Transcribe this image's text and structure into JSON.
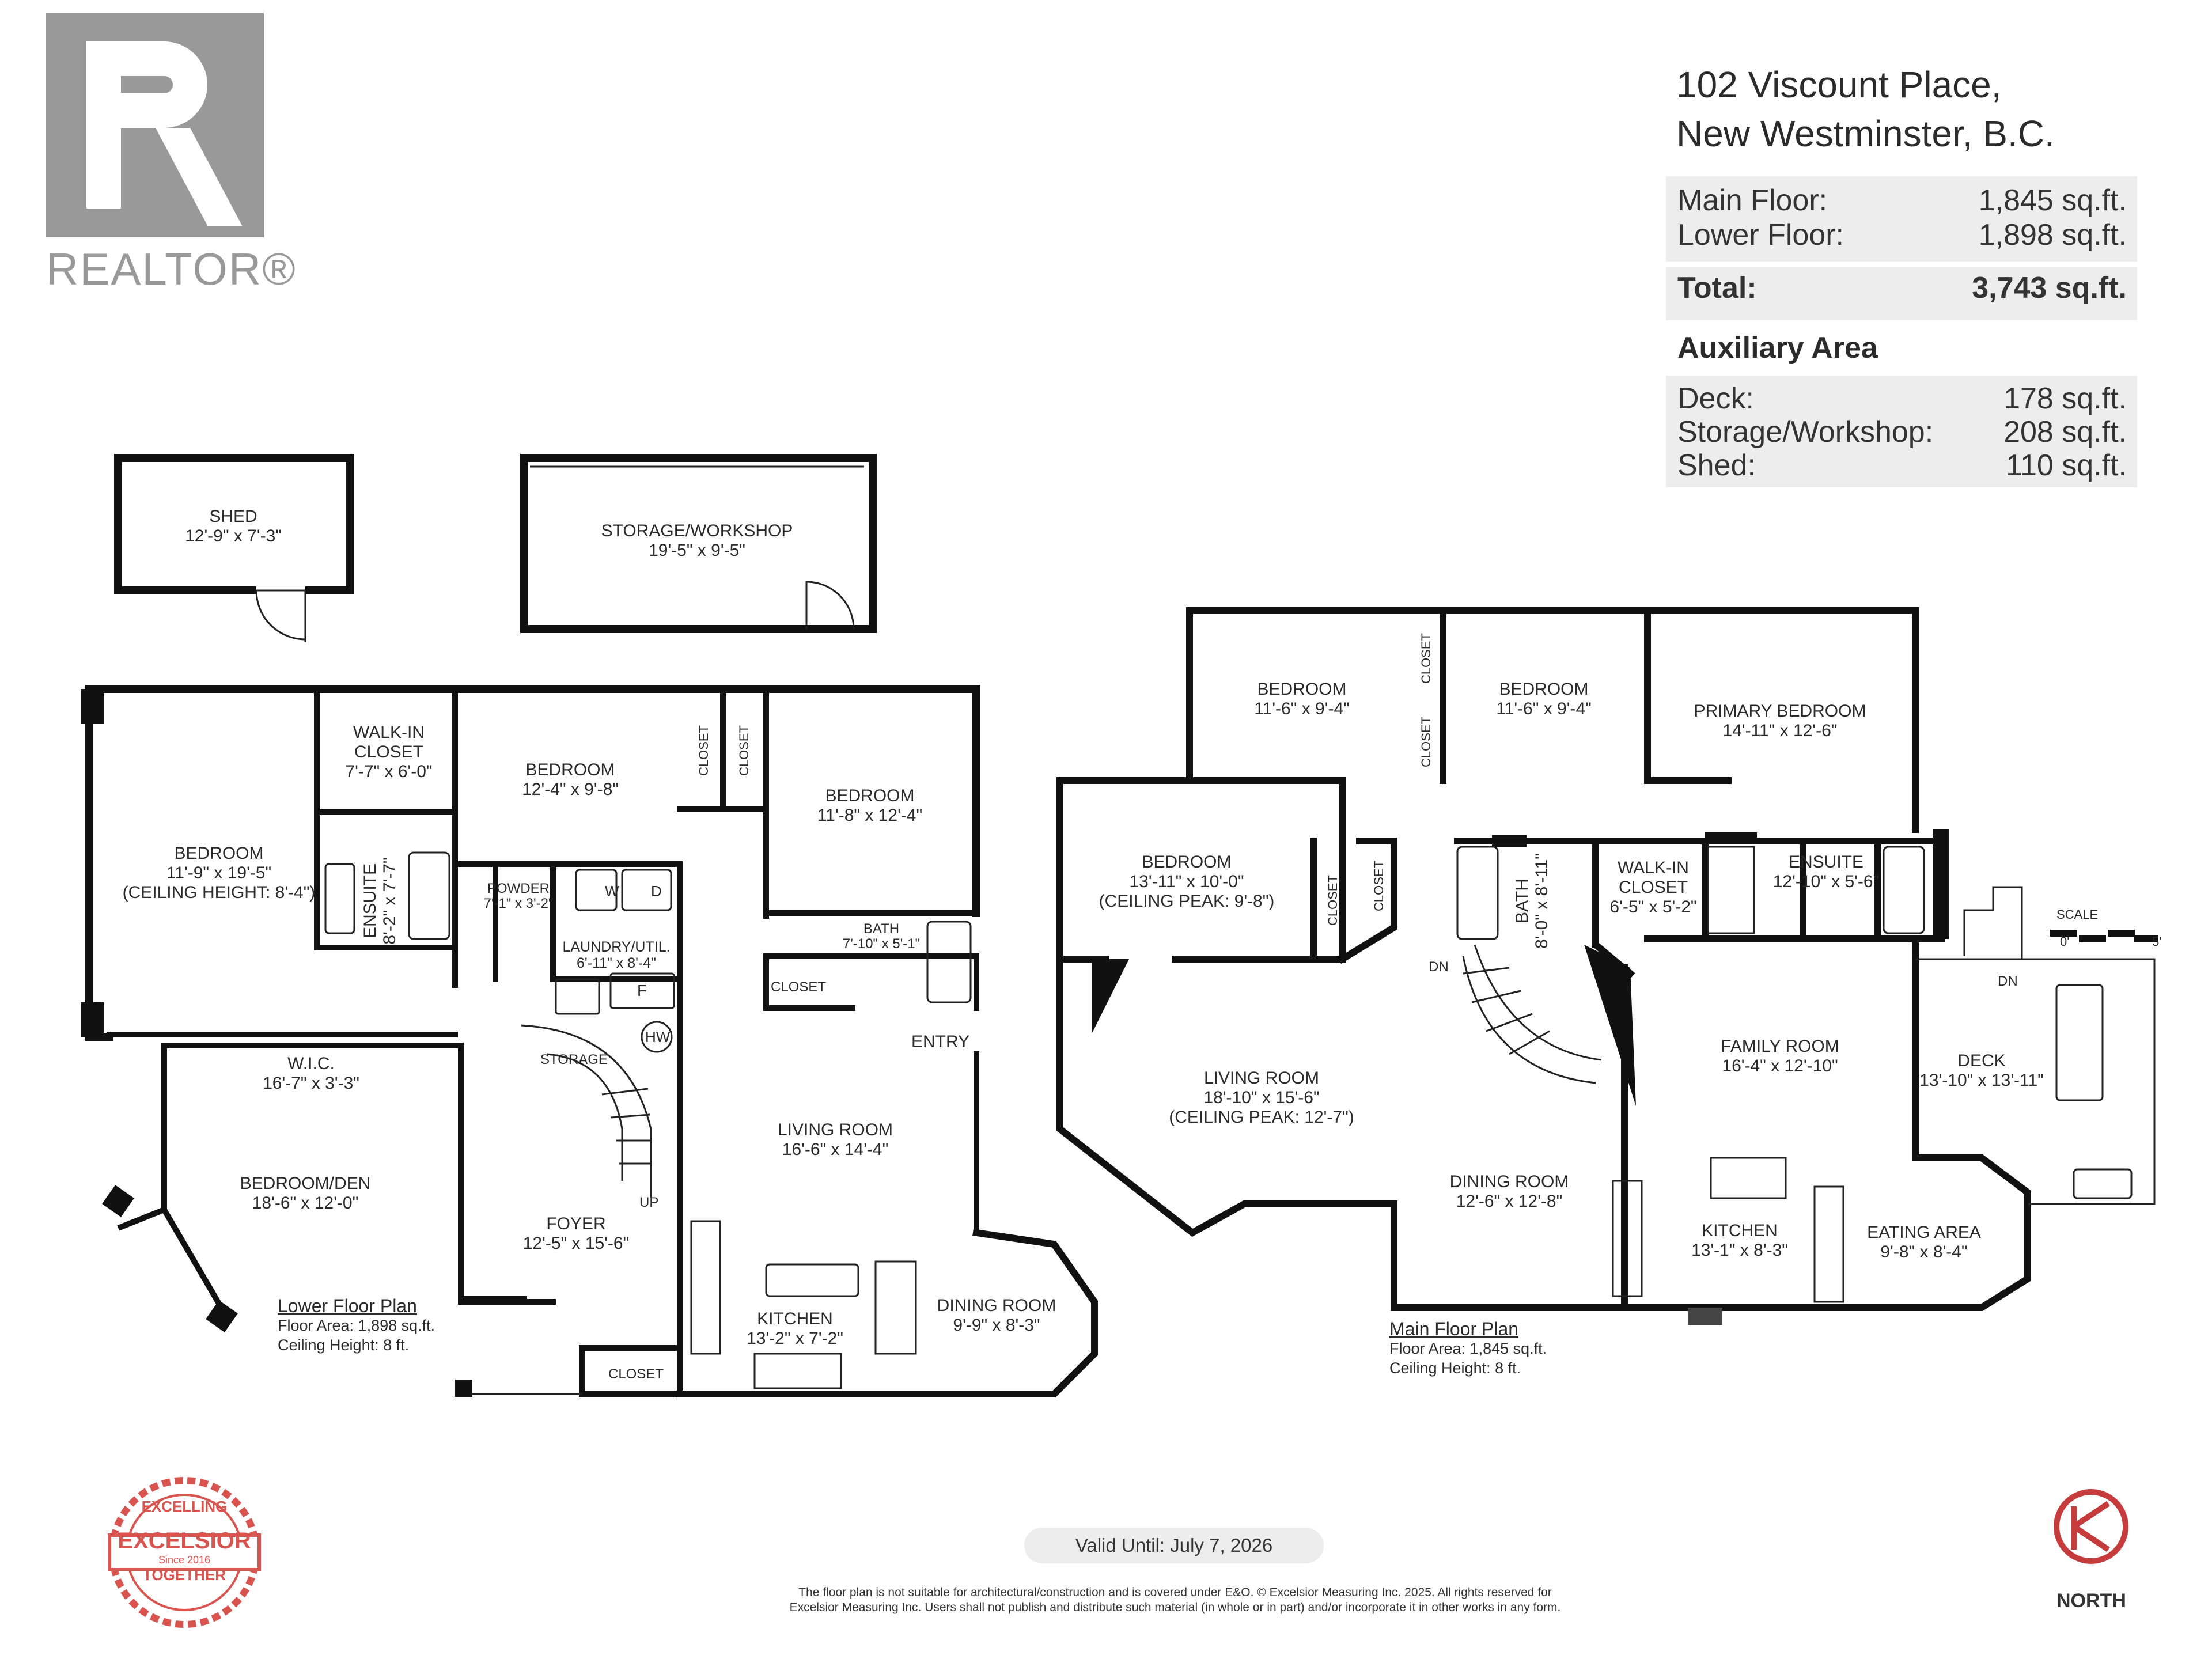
{
  "brand": {
    "realtor_text": "REALTOR®"
  },
  "address": {
    "line1": "102 Viscount Place,",
    "line2": "New Westminster, B.C."
  },
  "areas": {
    "main_label": "Main Floor:",
    "main_value": "1,845 sq.ft.",
    "lower_label": "Lower Floor:",
    "lower_value": "1,898 sq.ft.",
    "total_label": "Total:",
    "total_value": "3,743 sq.ft.",
    "aux_title": "Auxiliary Area",
    "deck_label": "Deck:",
    "deck_value": "178 sq.ft.",
    "storage_label": "Storage/Workshop:",
    "storage_value": "208 sq.ft.",
    "shed_label": "Shed:",
    "shed_value": "110 sq.ft."
  },
  "rooms": {
    "shed": [
      "SHED",
      "12'-9\" x 7'-3\""
    ],
    "storage_workshop": [
      "STORAGE/WORKSHOP",
      "19'-5\" x 9'-5\""
    ],
    "lower_bedroom_big": [
      "BEDROOM",
      "11'-9\" x 19'-5\"",
      "(CEILING HEIGHT: 8'-4\")"
    ],
    "walk_in_closet_lower": [
      "WALK-IN",
      "CLOSET",
      "7'-7\" x 6'-0\""
    ],
    "lower_bedroom_2": [
      "BEDROOM",
      "12'-4\" x 9'-8\""
    ],
    "lower_bedroom_3": [
      "BEDROOM",
      "11'-8\" x 12'-4\""
    ],
    "ensuite_lower": [
      "ENSUITE",
      "8'-2\" x 7'-7\""
    ],
    "powder": [
      "POWDER",
      "7'-1\" x 3'-2\""
    ],
    "laundry": [
      "LAUNDRY/UTIL.",
      "6'-11\" x 8'-4\""
    ],
    "bath_lower": [
      "BATH",
      "7'-10\" x 5'-1\""
    ],
    "wic": [
      "W.I.C.",
      "16'-7\" x 3'-3\""
    ],
    "bedroom_den": [
      "BEDROOM/DEN",
      "18'-6\" x 12'-0\""
    ],
    "storage_small": "STORAGE",
    "foyer": [
      "FOYER",
      "12'-5\" x 15'-6\""
    ],
    "living_lower": [
      "LIVING ROOM",
      "16'-6\" x 14'-4\""
    ],
    "kitchen_lower": [
      "KITCHEN",
      "13'-2\" x 7'-2\""
    ],
    "dining_lower": [
      "DINING ROOM",
      "9'-9\" x 8'-3\""
    ],
    "entry": "ENTRY",
    "closet": "CLOSET",
    "hw": "HW",
    "up": "UP",
    "dn": "DN",
    "w": "W",
    "d": "D",
    "f": "F",
    "main_bed_1": [
      "BEDROOM",
      "11'-6\" x 9'-4\""
    ],
    "main_bed_2": [
      "BEDROOM",
      "11'-6\" x 9'-4\""
    ],
    "primary": [
      "PRIMARY BEDROOM",
      "14'-11\" x 12'-6\""
    ],
    "main_bed_3": [
      "BEDROOM",
      "13'-11\" x 10'-0\"",
      "(CEILING PEAK: 9'-8\")"
    ],
    "bath_main": [
      "BATH",
      "8'-0\" x 8'-11\""
    ],
    "walk_in_main": [
      "WALK-IN",
      "CLOSET",
      "6'-5\" x 5'-2\""
    ],
    "ensuite_main": [
      "ENSUITE",
      "12'-10\" x 5'-6\""
    ],
    "living_main": [
      "LIVING ROOM",
      "18'-10\" x 15'-6\"",
      "(CEILING PEAK: 12'-7\")"
    ],
    "dining_main": [
      "DINING ROOM",
      "12'-6\" x 12'-8\""
    ],
    "family": [
      "FAMILY ROOM",
      "16'-4\" x 12'-10\""
    ],
    "kitchen_main": [
      "KITCHEN",
      "13'-1\" x 8'-3\""
    ],
    "eating": [
      "EATING AREA",
      "9'-8\" x 8'-4\""
    ],
    "deck": [
      "DECK",
      "13'-10\" x 13'-11\""
    ],
    "scale": "SCALE",
    "scale_0": "0'",
    "scale_5": "5'"
  },
  "plans": {
    "lower_title": "Lower Floor Plan",
    "lower_area": "Floor Area: 1,898 sq.ft.",
    "lower_ceiling": "Ceiling Height: 8 ft.",
    "main_title": "Main Floor Plan",
    "main_area": "Floor Area: 1,845 sq.ft.",
    "main_ceiling": "Ceiling Height: 8 ft."
  },
  "footer": {
    "valid": "Valid Until: July 7, 2026",
    "disclaimer1": "The floor plan is not suitable for architectural/construction and is covered under E&O. © Excelsior Measuring Inc. 2025. All rights reserved for",
    "disclaimer2": "Excelsior Measuring Inc. Users shall not publish and distribute such material (in whole or in part) and/or incorporate it in other works in any form.",
    "stamp_top": "EXCELLING",
    "stamp_mid": "EXCELSIOR",
    "stamp_bottom": "TOGETHER",
    "stamp_since": "Since 2016",
    "north": "NORTH"
  },
  "colors": {
    "realtor_grey": "#999999",
    "stamp_red": "#d9534f",
    "box_grey": "#ededed"
  }
}
